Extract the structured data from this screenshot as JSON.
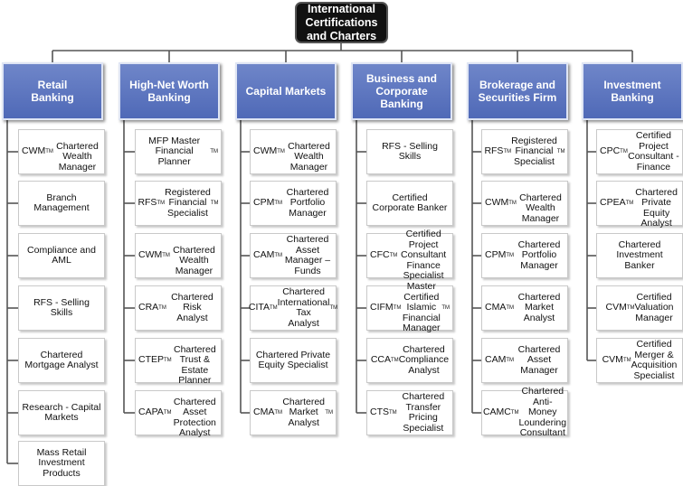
{
  "root": {
    "label": "International\nCertifications\nand Charters"
  },
  "columns": [
    {
      "heading": "Retail\nBanking",
      "items": [
        "CWM™\nChartered Wealth\nManager",
        "Branch\nManagement",
        "Compliance and\nAML",
        "RFS - Selling\nSkills",
        "Chartered\nMortgage Analyst",
        "Research - Capital\nMarkets",
        "Mass Retail\nInvestment\nProducts"
      ]
    },
    {
      "heading": "High-Net Worth\nBanking",
      "items": [
        "MFP Master\nFinancial Planner™",
        "RFS™ Registered\nFinancial\nSpecialist™",
        "CWM™\nChartered Wealth\nManager",
        "CRA™ Chartered\nRisk Analyst",
        "CTEP™\nChartered Trust &\nEstate Planner",
        "CAPA™\nChartered Asset\nProtection Analyst"
      ]
    },
    {
      "heading": "Capital Markets",
      "items": [
        "CWM™\nChartered Wealth\nManager",
        "CPM™ Chartered\nPortfolio Manager",
        "CAM™ Chartered\nAsset Manager –\nFunds",
        "CITA™ Chartered\nInternational Tax\nAnalyst™",
        "Chartered Private\nEquity Specialist",
        "CMA™ Chartered\nMarket Analyst™"
      ]
    },
    {
      "heading": "Business and\nCorporate\nBanking",
      "items": [
        "RFS - Selling Skills",
        "Certified\nCorporate Banker",
        "CFC™ Certified\nProject Consultant\nFinance Specialist",
        "CIFM™ Master\nCertified Islamic\nFinancial Manager™",
        "CCA™ Chartered\nCompliance\nAnalyst",
        "CTS™ Chartered\nTransfer Pricing\nSpecialist"
      ]
    },
    {
      "heading": "Brokerage and\nSecurities Firm",
      "items": [
        "RFS™ Registered\nFinancial\nSpecialist™",
        "CWM™\nChartered Wealth\nManager",
        "CPM™ Chartered\nPortfolio Manager",
        "CMA™ Chartered\nMarket Analyst",
        "CAM™ Chartered\nAsset Manager",
        "CAMC™ Chartered\nAnti-Money\nLoundering\nConsultant"
      ]
    },
    {
      "heading": "Investment\nBanking",
      "items": [
        "CPC™ Certified\nProject Consultant -\nFinance",
        "CPEA™\nChartered Private\nEquity Analyst",
        "Chartered\nInvestment\nBanker",
        "CVM™ Certified\nValuation\nManager",
        "CVM™ Certified\nMerger &\nAcquisition\nSpecialist"
      ]
    }
  ]
}
